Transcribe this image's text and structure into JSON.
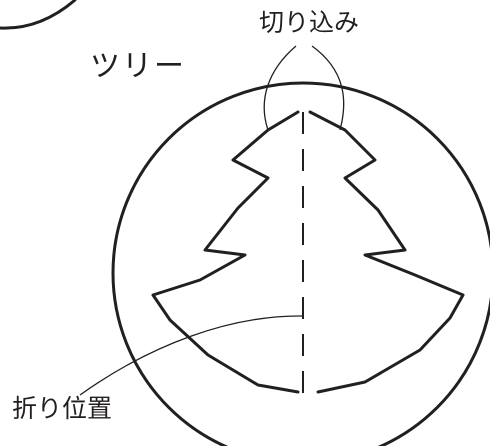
{
  "labels": {
    "title": "ツリー",
    "cut": "切り込み",
    "fold_position": "折り位置"
  },
  "colors": {
    "ink": "#231f20",
    "background": "#ffffff"
  }
}
